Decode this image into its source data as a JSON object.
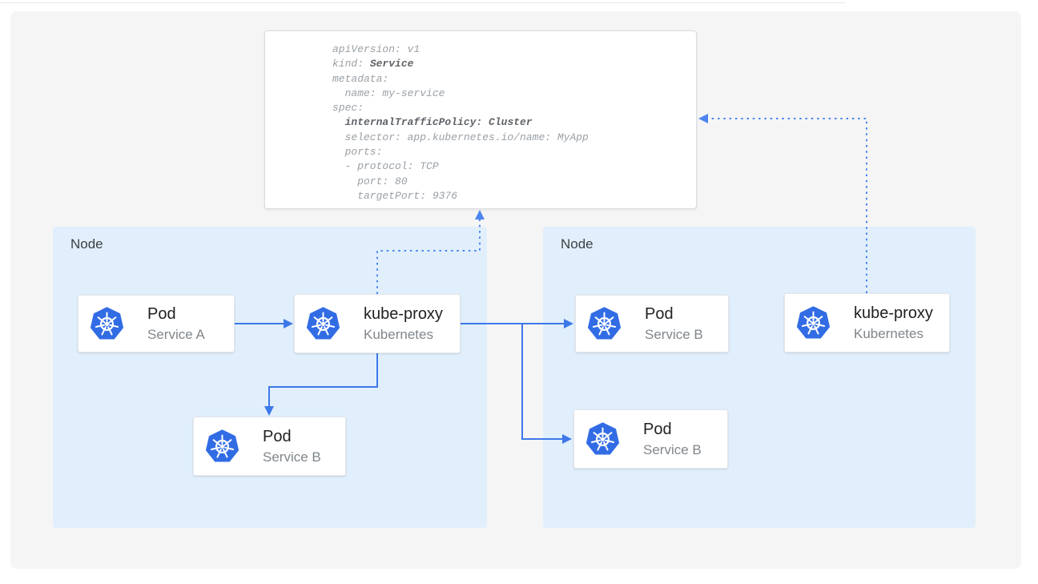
{
  "yaml_panel": {
    "lines": [
      [
        {
          "t": "apiVersion: v1"
        }
      ],
      [
        {
          "t": "kind: "
        },
        {
          "t": "Service",
          "b": true
        }
      ],
      [
        {
          "t": "metadata:"
        }
      ],
      [
        {
          "t": "  name: my-service"
        }
      ],
      [
        {
          "t": "spec:"
        }
      ],
      [
        {
          "t": "  "
        },
        {
          "t": "internalTrafficPolicy: Cluster",
          "b": true
        }
      ],
      [
        {
          "t": "  selector: app.kubernetes.io/name: MyApp"
        }
      ],
      [
        {
          "t": "  ports:"
        }
      ],
      [
        {
          "t": "  - protocol: TCP"
        }
      ],
      [
        {
          "t": "    port: 80"
        }
      ],
      [
        {
          "t": "    targetPort: 9376"
        }
      ]
    ]
  },
  "nodes": {
    "left": {
      "label": "Node"
    },
    "right": {
      "label": "Node"
    }
  },
  "boxes": {
    "pod_a": {
      "title": "Pod",
      "subtitle": "Service A",
      "icon": "kubernetes-logo"
    },
    "kube_proxy_left": {
      "title": "kube-proxy",
      "subtitle": "Kubernetes",
      "icon": "kubernetes-logo"
    },
    "pod_b_left": {
      "title": "Pod",
      "subtitle": "Service B",
      "icon": "kubernetes-logo"
    },
    "pod_b_right_top": {
      "title": "Pod",
      "subtitle": "Service B",
      "icon": "kubernetes-logo"
    },
    "pod_b_right_bot": {
      "title": "Pod",
      "subtitle": "Service B",
      "icon": "kubernetes-logo"
    },
    "kube_proxy_right": {
      "title": "kube-proxy",
      "subtitle": "Kubernetes",
      "icon": "kubernetes-logo"
    }
  },
  "colors": {
    "canvas": "#F5F5F5",
    "node_fill": "#E1EFFC",
    "arrow": "#3D78E8",
    "dotted": "#4C85F1",
    "k8s_blue": "#326CE5",
    "code_text": "#9AA0A6",
    "code_bold": "#5F6368",
    "title": "#202124",
    "subtitle": "#80868B",
    "node_label": "#3C4043"
  }
}
